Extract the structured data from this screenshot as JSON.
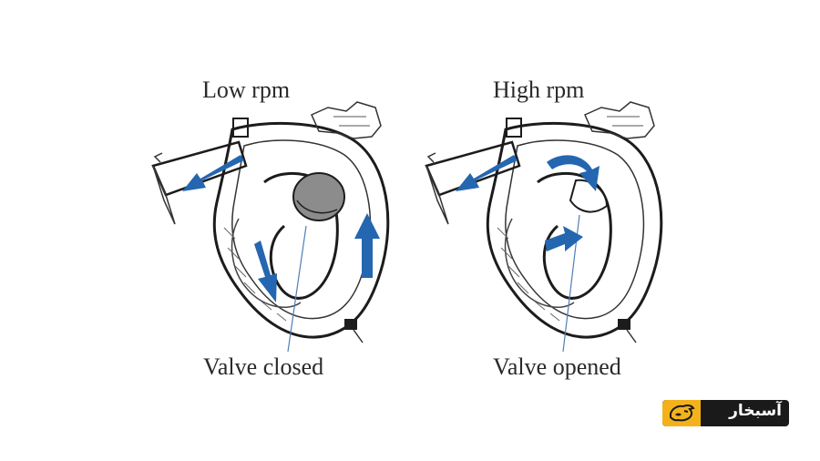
{
  "panels": [
    {
      "title": "Low rpm",
      "valve_label": "Valve closed"
    },
    {
      "title": "High rpm",
      "valve_label": "Valve opened"
    }
  ],
  "logo": {
    "text": "آسبخار"
  },
  "colors": {
    "arrow": "#2466b0",
    "line": "#1c1c1c",
    "valve": "#8c8c8c",
    "logo_accent": "#f3b21b"
  }
}
